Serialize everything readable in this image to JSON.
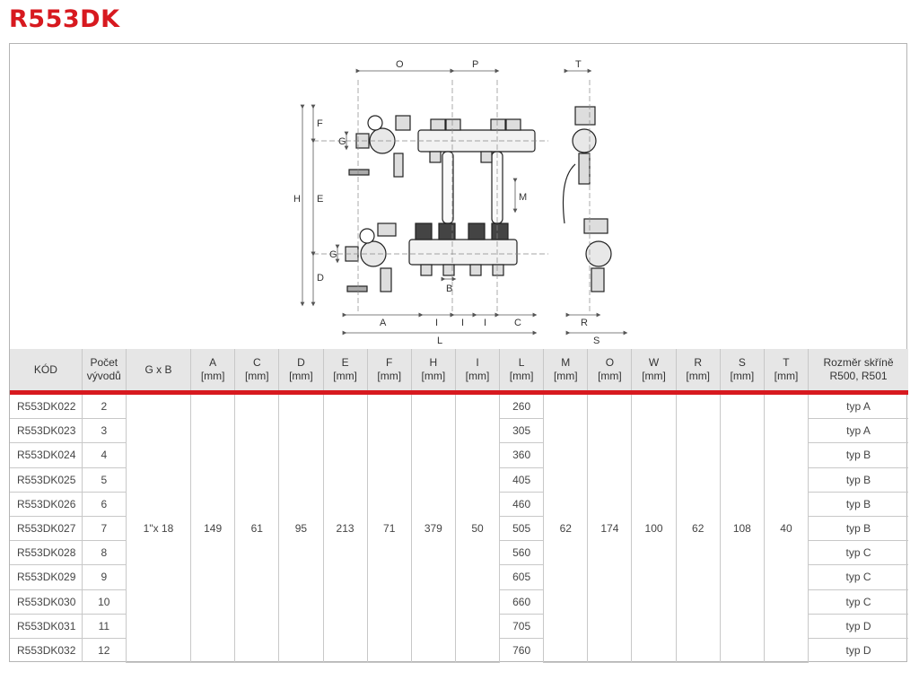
{
  "title": "R553DK",
  "diagram": {
    "dims": [
      "O",
      "P",
      "T",
      "F",
      "G",
      "H",
      "E",
      "M",
      "D",
      "G",
      "B",
      "A",
      "I",
      "I",
      "I",
      "C",
      "L",
      "R",
      "S"
    ]
  },
  "table": {
    "headers": [
      {
        "top": "KÓD",
        "bottom": ""
      },
      {
        "top": "Počet",
        "bottom": "vývodů"
      },
      {
        "top": "G x B",
        "bottom": ""
      },
      {
        "top": "A",
        "bottom": "[mm]"
      },
      {
        "top": "C",
        "bottom": "[mm]"
      },
      {
        "top": "D",
        "bottom": "[mm]"
      },
      {
        "top": "E",
        "bottom": "[mm]"
      },
      {
        "top": "F",
        "bottom": "[mm]"
      },
      {
        "top": "H",
        "bottom": "[mm]"
      },
      {
        "top": "I",
        "bottom": "[mm]"
      },
      {
        "top": "L",
        "bottom": "[mm]"
      },
      {
        "top": "M",
        "bottom": "[mm]"
      },
      {
        "top": "O",
        "bottom": "[mm]"
      },
      {
        "top": "W",
        "bottom": "[mm]"
      },
      {
        "top": "R",
        "bottom": "[mm]"
      },
      {
        "top": "S",
        "bottom": "[mm]"
      },
      {
        "top": "T",
        "bottom": "[mm]"
      },
      {
        "top": "Rozměr skříně",
        "bottom": "R500, R501"
      }
    ],
    "shared": {
      "gxb": "1\"x 18",
      "a": "149",
      "c": "61",
      "d": "95",
      "e": "213",
      "f": "71",
      "h": "379",
      "i": "50",
      "m": "62",
      "o": "174",
      "w": "100",
      "r": "62",
      "s": "108",
      "t": "40"
    },
    "rows": [
      {
        "code": "R553DK022",
        "count": "2",
        "l": "260",
        "box": "typ A"
      },
      {
        "code": "R553DK023",
        "count": "3",
        "l": "305",
        "box": "typ A"
      },
      {
        "code": "R553DK024",
        "count": "4",
        "l": "360",
        "box": "typ B"
      },
      {
        "code": "R553DK025",
        "count": "5",
        "l": "405",
        "box": "typ B"
      },
      {
        "code": "R553DK026",
        "count": "6",
        "l": "460",
        "box": "typ B"
      },
      {
        "code": "R553DK027",
        "count": "7",
        "l": "505",
        "box": "typ B"
      },
      {
        "code": "R553DK028",
        "count": "8",
        "l": "560",
        "box": "typ C"
      },
      {
        "code": "R553DK029",
        "count": "9",
        "l": "605",
        "box": "typ C"
      },
      {
        "code": "R553DK030",
        "count": "10",
        "l": "660",
        "box": "typ C"
      },
      {
        "code": "R553DK031",
        "count": "11",
        "l": "705",
        "box": "typ D"
      },
      {
        "code": "R553DK032",
        "count": "12",
        "l": "760",
        "box": "typ D"
      }
    ]
  }
}
